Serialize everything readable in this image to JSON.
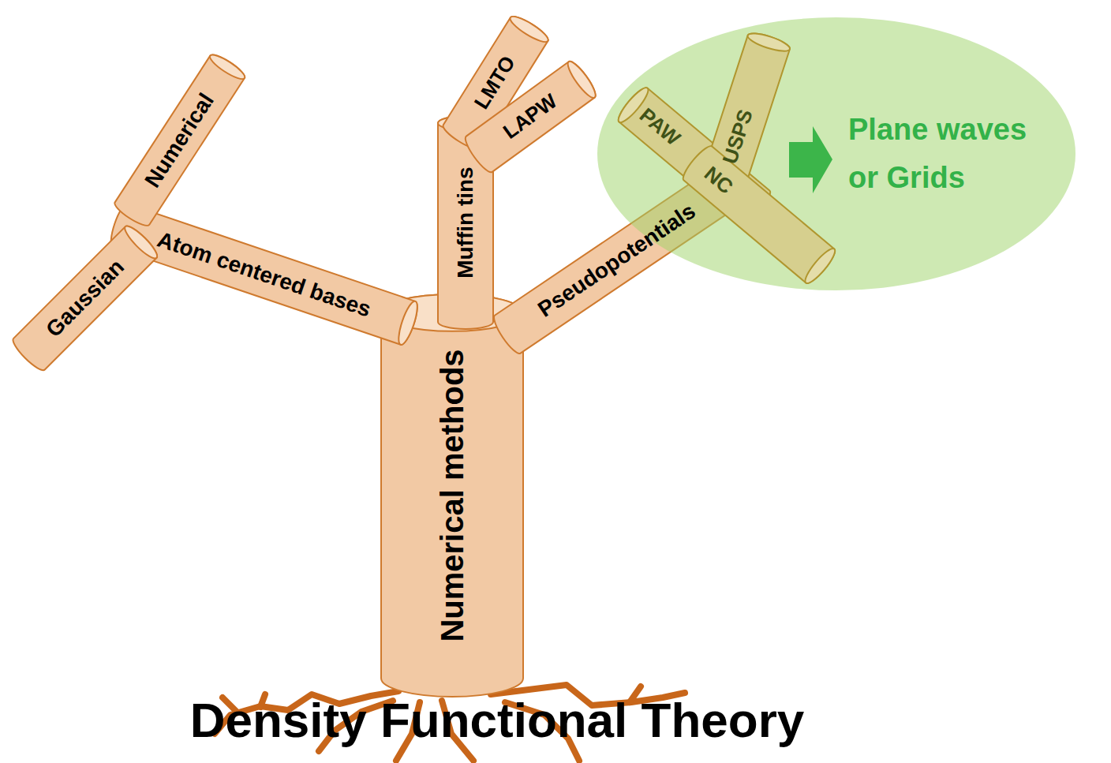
{
  "diagram": {
    "nodes": [
      {
        "text": [
          "Numerical methods"
        ]
      },
      {
        "text": [
          "Atom centered bases"
        ]
      },
      {
        "text": [
          "Gaussian"
        ]
      },
      {
        "text": [
          "Numerical"
        ]
      },
      {
        "text": [
          "Muffin tins"
        ]
      },
      {
        "text": [
          "LMTO"
        ]
      },
      {
        "text": [
          "LAPW"
        ]
      },
      {
        "text": [
          "Pseudopotentials"
        ]
      },
      {
        "text": [
          "Plane waves or Grids"
        ]
      },
      {
        "text": [
          "PAW"
        ],
        "in": 8
      },
      {
        "text": [
          "USPS"
        ],
        "in": 8
      },
      {
        "text": [
          "NC"
        ],
        "in": 8
      }
    ],
    "labels": [
      "Density Functional Theory"
    ]
  }
}
